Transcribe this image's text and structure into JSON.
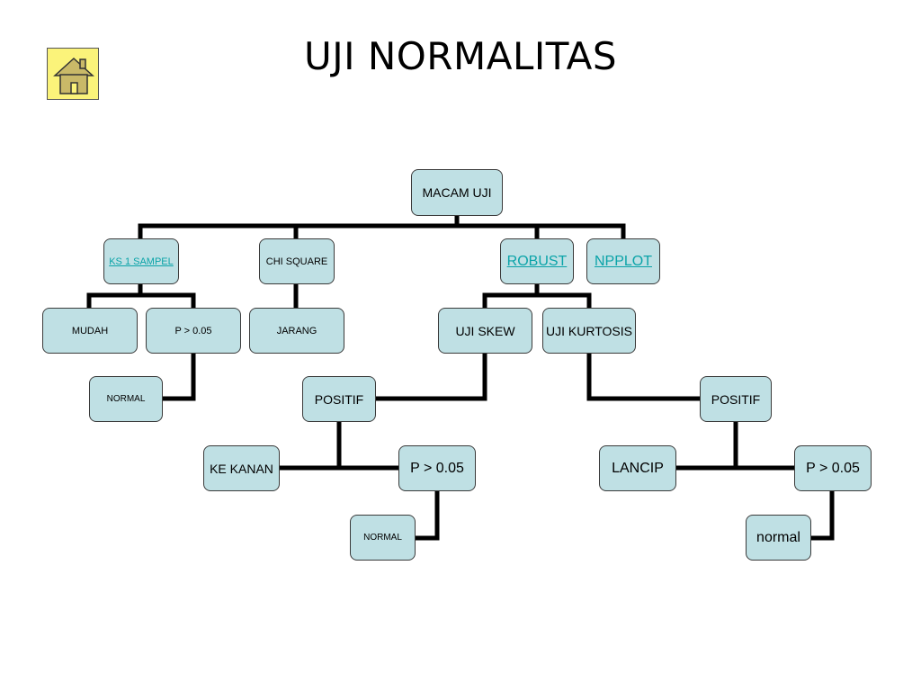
{
  "title": "UJI NORMALITAS",
  "home_icon": "house-icon",
  "nodes": {
    "macam_uji": "MACAM UJI",
    "ks1": "KS 1 SAMPEL",
    "chi": "CHI SQUARE",
    "robust": "ROBUST",
    "npplot": "NPPLOT",
    "mudah": "MUDAH",
    "p1": "P > 0.05",
    "jarang": "JARANG",
    "normal1": "NORMAL",
    "skew": "UJI SKEW",
    "kurtosis": "UJI KURTOSIS",
    "positif1": "POSITIF",
    "kekanan": "KE KANAN",
    "p2": "P > 0.05",
    "normal2": "NORMAL",
    "positif2": "POSITIF",
    "lancip": "LANCIP",
    "p3": "P > 0.05",
    "normal3": "normal"
  },
  "colors": {
    "node_fill": "#bfe0e4",
    "link": "#0aa3a8",
    "home_fill": "#fbf37a"
  }
}
